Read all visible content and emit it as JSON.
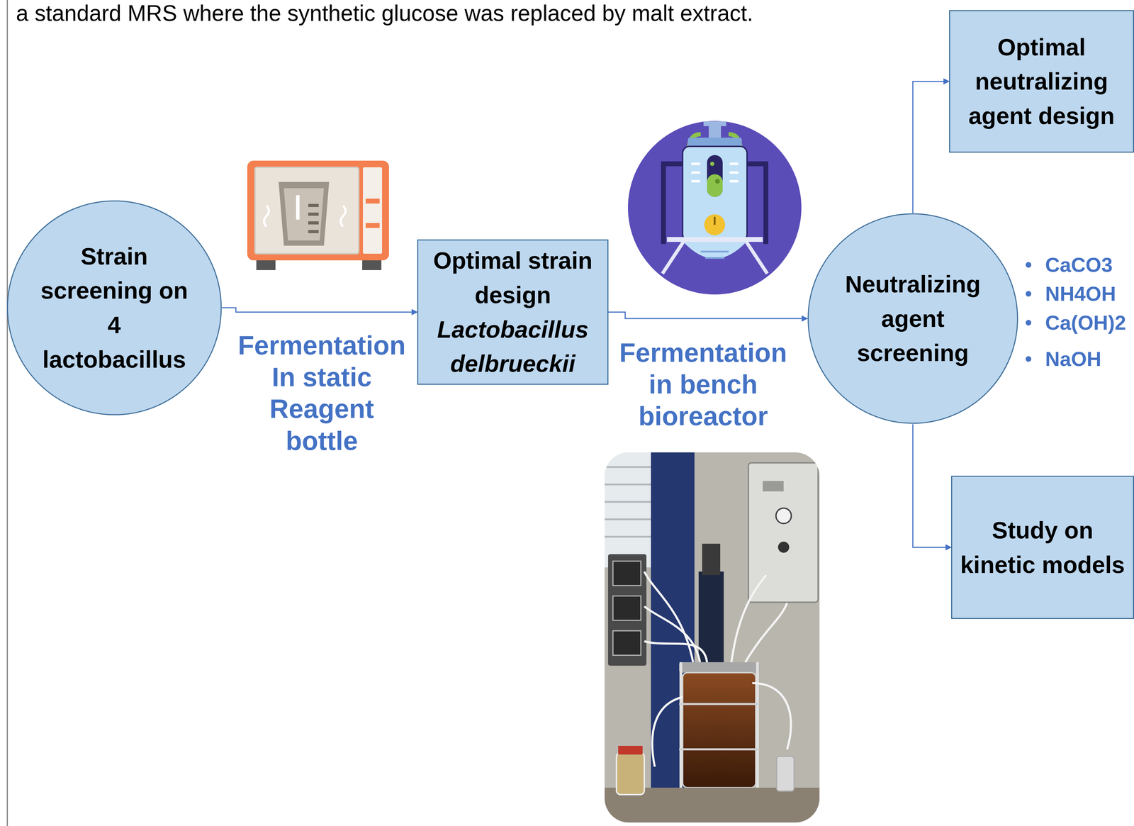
{
  "diagram": {
    "nodes": [
      {
        "text": [
          "Strain screening on 4 lactobacillus"
        ]
      },
      {
        "text": [
          "Optimal strain design",
          "Lactobacillus delbrueckii"
        ]
      },
      {
        "text": [
          "Neutralizing agent screening"
        ]
      },
      {
        "text": [
          "Optimal neutralizing agent design"
        ]
      },
      {
        "text": [
          "Study on kinetic models"
        ]
      }
    ],
    "edges": [
      {
        "from": 0,
        "to": 1,
        "arrow": "to",
        "label": "Fermentation In static Reagent bottle"
      },
      {
        "from": 1,
        "to": 2,
        "arrow": "to",
        "label": "Fermentation in bench bioreactor"
      },
      {
        "from": 2,
        "to": 3,
        "arrow": "to"
      },
      {
        "from": 2,
        "to": 4,
        "arrow": "to"
      }
    ],
    "labels": [
      "a standard MRS where the synthetic glucose was replaced by malt extract.",
      "CaCO3",
      "NH4OH",
      "Ca(OH)2",
      "NaOH"
    ]
  }
}
